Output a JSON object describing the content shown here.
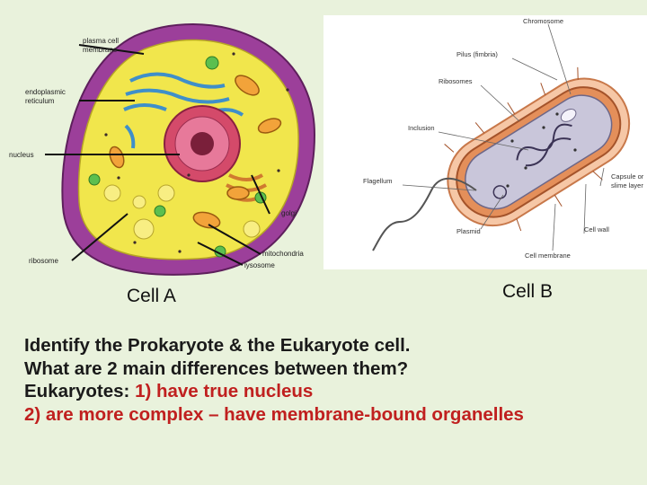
{
  "figure_a": {
    "labels": {
      "plasma_membrane": [
        "plasma cell",
        "membrane"
      ],
      "er": [
        "endoplasmic",
        "reticulum"
      ],
      "nucleus": "nucleus",
      "ribosome": "ribosome",
      "golgi": "golgi",
      "mitochondria": "mitochondria",
      "lysosome": "lysosome"
    },
    "caption": "Cell A"
  },
  "figure_b": {
    "labels": {
      "chromosome": "Chromosome",
      "pilus": "Pilus (fimbria)",
      "ribosomes": "Ribosomes",
      "inclusion": "Inclusion",
      "flagellum": "Flagellum",
      "capsule": [
        "Capsule or",
        "slime layer"
      ],
      "cell_wall": "Cell wall",
      "plasmid": "Plasmid",
      "cell_membrane": "Cell membrane"
    },
    "caption": "Cell B"
  },
  "text": {
    "line1": "Identify the Prokaryote & the Eukaryote cell.",
    "line2": "What are 2 main differences between them?",
    "line3_prefix": "Eukaryotes:",
    "line3_answer": "1) have true nucleus",
    "line4": "2) are more complex – have membrane-bound organelles"
  },
  "colors": {
    "background": "#e9f2dc",
    "answer_red": "#c0201f",
    "cell_wall_purple": "#9c3f9a",
    "cytoplasm_yellow": "#f1e64c"
  }
}
